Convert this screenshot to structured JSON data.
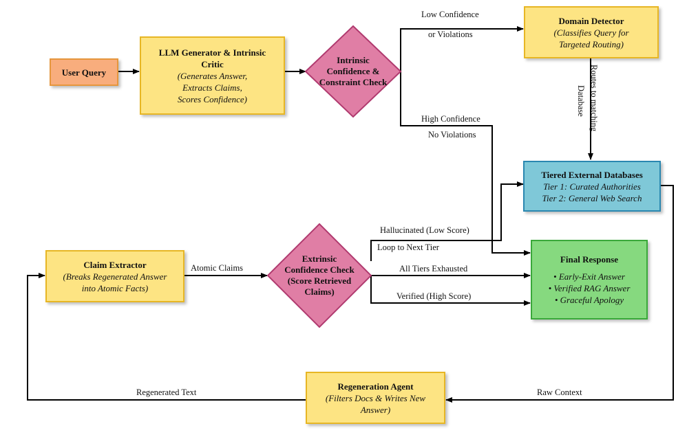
{
  "colors": {
    "query_fill": "#f8ad7d",
    "query_border": "#e6963c",
    "yellow_fill": "#fde483",
    "yellow_border": "#e7b624",
    "diamond_fill": "#e07ea5",
    "diamond_border": "#b03a6f",
    "blue_fill": "#7fc8d8",
    "blue_border": "#2a87b0",
    "green_fill": "#86d97f",
    "green_border": "#3aa83a"
  },
  "nodes": {
    "user_query": {
      "title": "User Query"
    },
    "llm_generator": {
      "title_1": "LLM Generator & Intrinsic",
      "title_2": "Critic",
      "sub_1": "(Generates Answer,",
      "sub_2": "Extracts Claims,",
      "sub_3": "Scores Confidence)"
    },
    "intrinsic_check": {
      "line_1": "Intrinsic",
      "line_2": "Confidence &",
      "line_3": "Constraint Check"
    },
    "domain_detector": {
      "title": "Domain Detector",
      "sub_1": "(Classifies Query for",
      "sub_2": "Targeted Routing)"
    },
    "tiered_db": {
      "title": "Tiered External Databases",
      "sub_1": "Tier 1: Curated Authorities",
      "sub_2": "Tier 2: General Web Search"
    },
    "final_response": {
      "title": "Final Response",
      "item_1": "• Early-Exit Answer",
      "item_2": "• Verified RAG Answer",
      "item_3": "• Graceful Apology"
    },
    "claim_extractor": {
      "title": "Claim Extractor",
      "sub_1": "(Breaks Regenerated Answer",
      "sub_2": "into Atomic Facts)"
    },
    "extrinsic_check": {
      "line_1": "Extrinsic",
      "line_2": "Confidence Check",
      "line_3": "(Score Retrieved",
      "line_4": "Claims)"
    },
    "regeneration_agent": {
      "title": "Regeneration Agent",
      "sub_1": "(Filters Docs & Writes New",
      "sub_2": "Answer)"
    }
  },
  "edges": {
    "low_confidence": "Low Confidence",
    "or_violations": "or Violations",
    "high_confidence": "High Confidence",
    "no_violations": "No Violations",
    "routes_to_matching": "Routes to matching",
    "database": "Database",
    "hallucinated": "Hallucinated (Low Score)",
    "loop_next_tier": "Loop to Next Tier",
    "all_tiers_exhausted": "All Tiers Exhausted",
    "verified": "Verified (High Score)",
    "atomic_claims": "Atomic Claims",
    "regenerated_text": "Regenerated Text",
    "raw_context": "Raw Context"
  }
}
